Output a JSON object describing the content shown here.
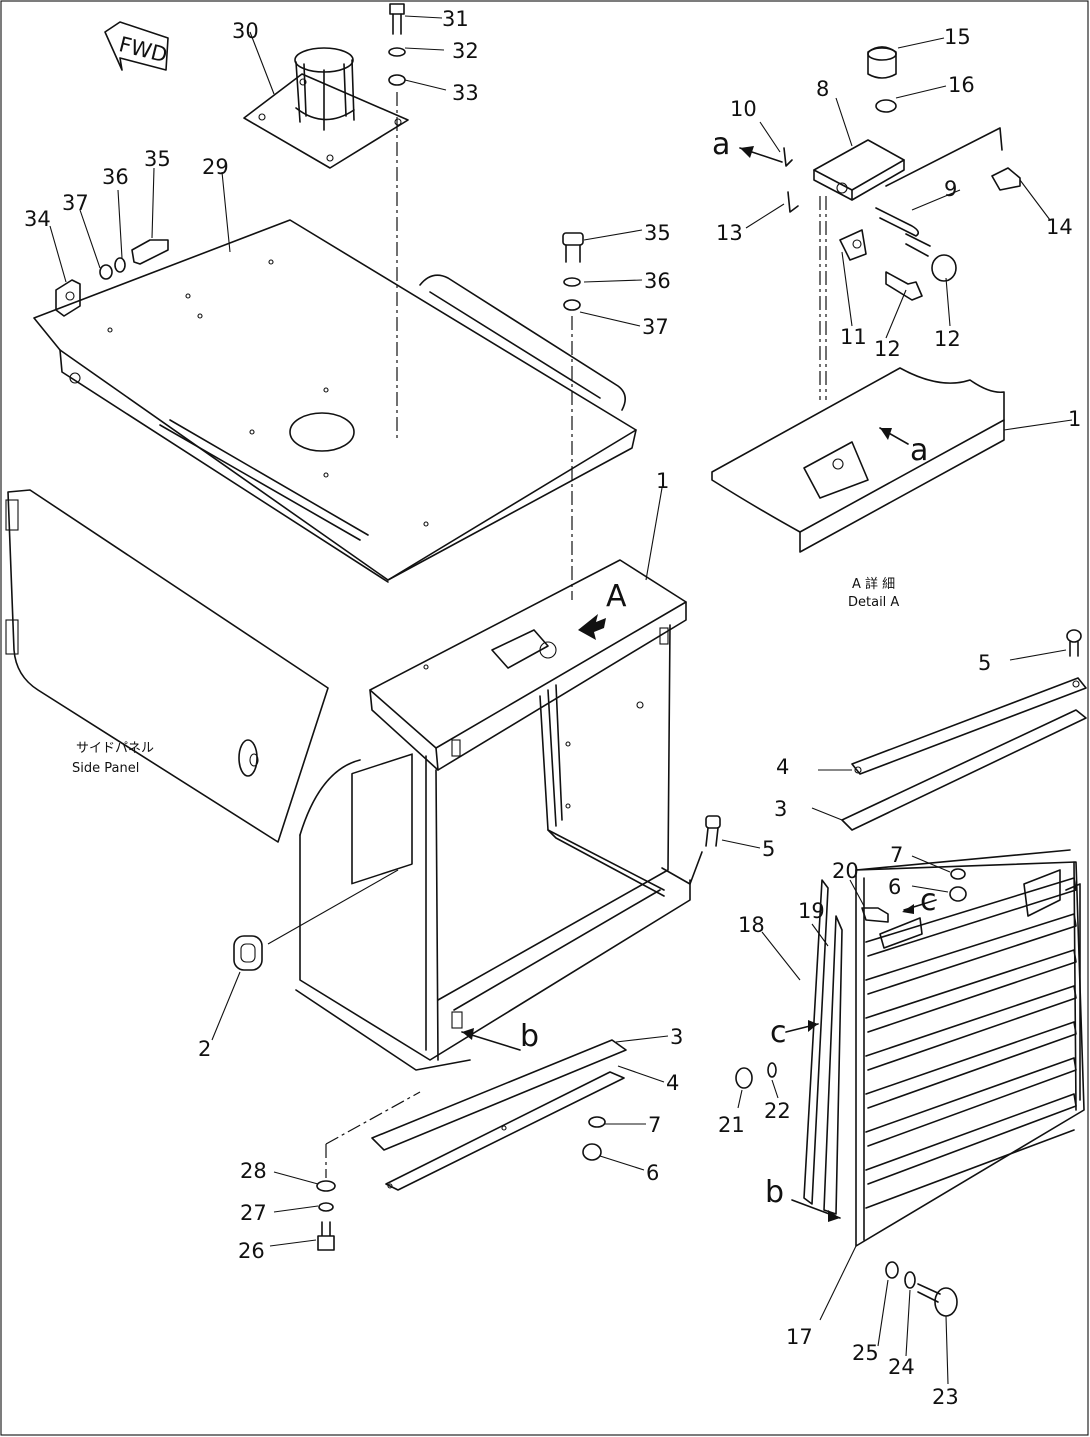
{
  "callouts": [
    {
      "id": "l31",
      "text": "31"
    },
    {
      "id": "l32",
      "text": "32"
    },
    {
      "id": "l33",
      "text": "33"
    },
    {
      "id": "l30",
      "text": "30"
    },
    {
      "id": "l29",
      "text": "29"
    },
    {
      "id": "l34",
      "text": "34"
    },
    {
      "id": "l37a",
      "text": "37"
    },
    {
      "id": "l36a",
      "text": "36"
    },
    {
      "id": "l35a",
      "text": "35"
    },
    {
      "id": "l35b",
      "text": "35"
    },
    {
      "id": "l36b",
      "text": "36"
    },
    {
      "id": "l37b",
      "text": "37"
    },
    {
      "id": "l1",
      "text": "1"
    },
    {
      "id": "l2",
      "text": "2"
    },
    {
      "id": "l5a",
      "text": "5"
    },
    {
      "id": "l3a",
      "text": "3"
    },
    {
      "id": "l4a",
      "text": "4"
    },
    {
      "id": "l7a",
      "text": "7"
    },
    {
      "id": "l6a",
      "text": "6"
    },
    {
      "id": "l28",
      "text": "28"
    },
    {
      "id": "l27",
      "text": "27"
    },
    {
      "id": "l26",
      "text": "26"
    },
    {
      "id": "l15",
      "text": "15"
    },
    {
      "id": "l16",
      "text": "16"
    },
    {
      "id": "l10",
      "text": "10"
    },
    {
      "id": "l8",
      "text": "8"
    },
    {
      "id": "l9",
      "text": "9"
    },
    {
      "id": "l13",
      "text": "13"
    },
    {
      "id": "l14",
      "text": "14"
    },
    {
      "id": "l11",
      "text": "11"
    },
    {
      "id": "l12a",
      "text": "12"
    },
    {
      "id": "l12b",
      "text": "12"
    },
    {
      "id": "l1b",
      "text": "1"
    },
    {
      "id": "l5b",
      "text": "5"
    },
    {
      "id": "l4b",
      "text": "4"
    },
    {
      "id": "l3b",
      "text": "3"
    },
    {
      "id": "l7b",
      "text": "7"
    },
    {
      "id": "l6b",
      "text": "6"
    },
    {
      "id": "l20",
      "text": "20"
    },
    {
      "id": "l19",
      "text": "19"
    },
    {
      "id": "l18",
      "text": "18"
    },
    {
      "id": "l21",
      "text": "21"
    },
    {
      "id": "l22",
      "text": "22"
    },
    {
      "id": "l17",
      "text": "17"
    },
    {
      "id": "l25",
      "text": "25"
    },
    {
      "id": "l24",
      "text": "24"
    },
    {
      "id": "l23",
      "text": "23"
    }
  ],
  "view_letters": {
    "A": "A",
    "a1": "a",
    "a2": "a",
    "b1": "b",
    "b2": "b",
    "c1": "c",
    "c2": "c"
  },
  "fwd": "FWD",
  "side_panel_jp": "サイドパネル",
  "side_panel_en": "Side Panel",
  "detail_jp": "A 詳 細",
  "detail_en": "Detail A"
}
